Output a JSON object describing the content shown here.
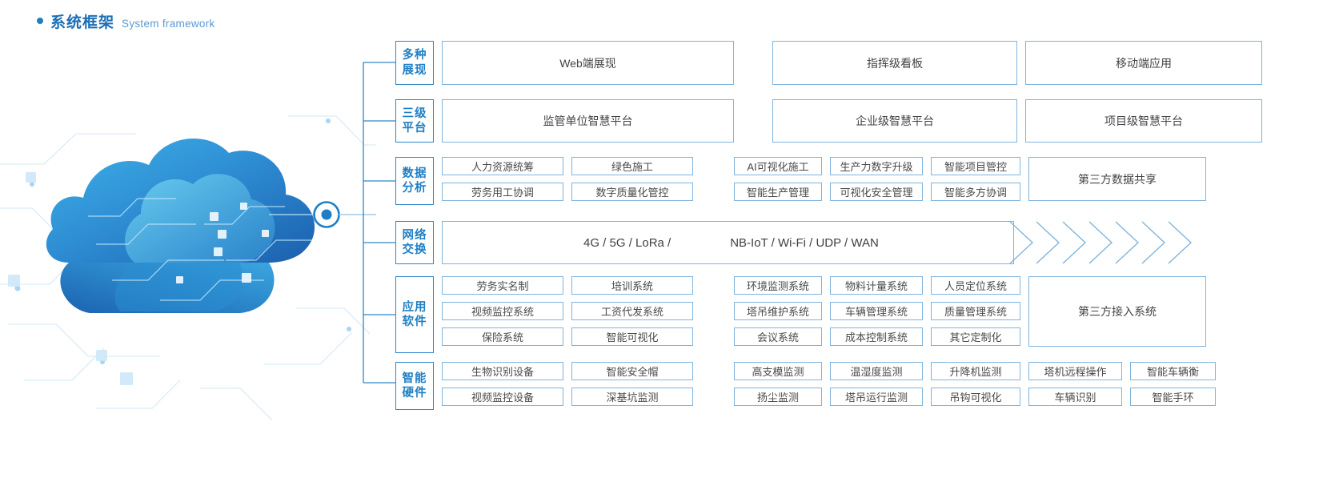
{
  "heading": {
    "bullet": "bullet-dot",
    "title_cn": "系统框架",
    "title_en": "System framework"
  },
  "artwork": {
    "name": "cloud-network-illustration",
    "accent": "#1f7fc4",
    "node_label": "network-node"
  },
  "colors": {
    "label_border": "#2e86c8",
    "label_text": "#1f7fc4",
    "box_border": "#7fb4de",
    "box_text": "#444444",
    "heading_cn": "#1b6fb5",
    "heading_en": "#5a9bd1"
  },
  "rows": [
    {
      "label": "多种\n展现",
      "label_l1": "多种",
      "label_l2": "展现",
      "name": "row-presentation",
      "big_boxes": [
        "Web端展现",
        "指挥级看板",
        "移动端应用"
      ]
    },
    {
      "label_l1": "三级",
      "label_l2": "平台",
      "name": "row-platform",
      "big_boxes": [
        "监管单位智慧平台",
        "企业级智慧平台",
        "项目级智慧平台"
      ]
    },
    {
      "label_l1": "数据",
      "label_l2": "分析",
      "name": "row-data-analysis",
      "left_grid": [
        [
          "人力资源统筹",
          "绿色施工"
        ],
        [
          "劳务用工协调",
          "数字质量化管控"
        ]
      ],
      "right_grid": [
        [
          "AI可视化施工",
          "生产力数字升级",
          "智能项目管控"
        ],
        [
          "智能生产管理",
          "可视化安全管理",
          "智能多方协调"
        ]
      ],
      "third_party": "第三方数据共享"
    },
    {
      "label_l1": "网络",
      "label_l2": "交换",
      "name": "row-network-exchange",
      "net_texts": [
        "4G / 5G / LoRa /",
        "NB-IoT / Wi-Fi / UDP / WAN"
      ],
      "arrow_count": 7
    },
    {
      "label_l1": "应用",
      "label_l2": "软件",
      "name": "row-application-software",
      "left_grid": [
        [
          "劳务实名制",
          "培训系统"
        ],
        [
          "视频监控系统",
          "工资代发系统"
        ],
        [
          "保险系统",
          "智能可视化"
        ]
      ],
      "right_grid": [
        [
          "环境监测系统",
          "物料计量系统",
          "人员定位系统"
        ],
        [
          "塔吊维护系统",
          "车辆管理系统",
          "质量管理系统"
        ],
        [
          "会议系统",
          "成本控制系统",
          "其它定制化"
        ]
      ],
      "third_party": "第三方接入系统"
    },
    {
      "label_l1": "智能",
      "label_l2": "硬件",
      "name": "row-smart-hardware",
      "left_grid": [
        [
          "生物识别设备",
          "智能安全帽"
        ],
        [
          "视频监控设备",
          "深基坑监测"
        ]
      ],
      "right_grid": [
        [
          "高支模监测",
          "温湿度监测",
          "升降机监测"
        ],
        [
          "扬尘监测",
          "塔吊运行监测",
          "吊钩可视化"
        ]
      ],
      "far_grid": [
        [
          "塔机远程操作",
          "智能车辆衡"
        ],
        [
          "车辆识别",
          "智能手环"
        ]
      ]
    }
  ]
}
